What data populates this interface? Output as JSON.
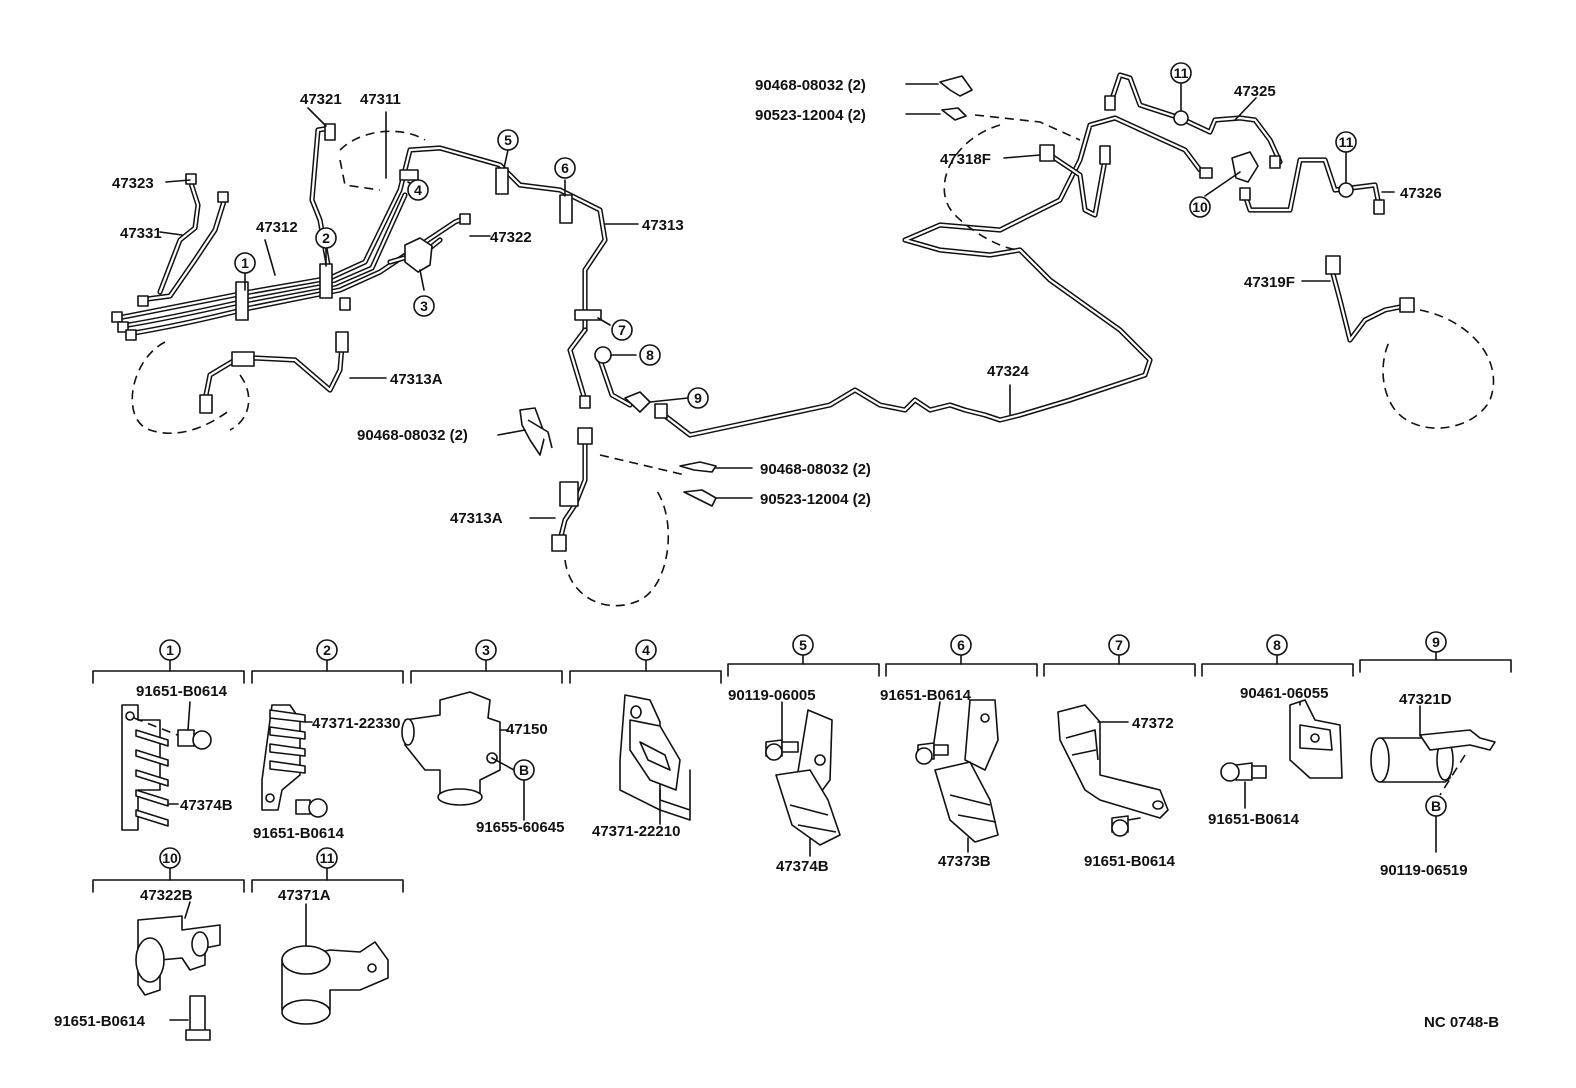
{
  "diagram": {
    "code": "NC  0748-B",
    "labels": {
      "l47321": "47321",
      "l47311": "47311",
      "l47323": "47323",
      "l47331": "47331",
      "l47312": "47312",
      "l47322": "47322",
      "l47313": "47313",
      "l47313A_top": "47313A",
      "l47313A_mid": "47313A",
      "l90468_left": "90468-08032 (2)",
      "l90468_mid": "90468-08032 (2)",
      "l90523_mid": "90523-12004 (2)",
      "l90468_top": "90468-08032 (2)",
      "l90523_top": "90523-12004 (2)",
      "l47318F": "47318F",
      "l47325": "47325",
      "l47326": "47326",
      "l47319F": "47319F",
      "l47324": "47324"
    },
    "callouts": [
      "1",
      "2",
      "3",
      "4",
      "5",
      "6",
      "7",
      "8",
      "9",
      "10",
      "11"
    ],
    "detail_labels": {
      "d1_a": "91651-B0614",
      "d1_b": "47374B",
      "d2_a": "47371-22330",
      "d2_b": "91651-B0614",
      "d3_a": "47150",
      "d3_b": "91655-60645",
      "d3_ref": "B",
      "d4_a": "47371-22210",
      "d5_a": "90119-06005",
      "d5_b": "47374B",
      "d6_a": "91651-B0614",
      "d6_b": "47373B",
      "d7_a": "47372",
      "d7_b": "91651-B0614",
      "d8_a": "90461-06055",
      "d8_b": "91651-B0614",
      "d9_a": "47321D",
      "d9_b": "90119-06519",
      "d9_ref": "B",
      "d10_a": "47322B",
      "d10_b": "91651-B0614",
      "d11_a": "47371A"
    }
  }
}
